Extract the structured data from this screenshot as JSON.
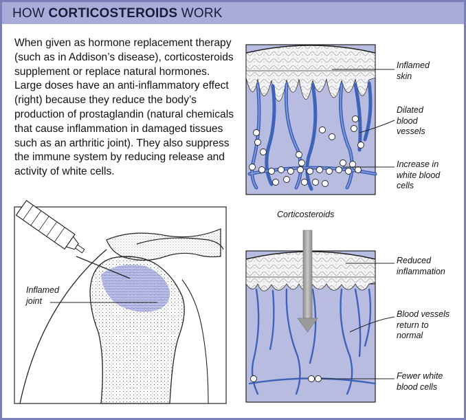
{
  "header": {
    "title_prefix": "HOW ",
    "title_bold": "CORTICOSTEROIDS",
    "title_suffix": " WORK"
  },
  "intro_text": "When given as hormone replacement therapy (such as in Addison’s disease), corticosteroids supplement or replace natural hormones. Large doses have an anti-inflammatory effect (right) because they reduce the body’s production of prostaglandin (natural chemicals that cause inflammation in damaged tissues such as an arthritic joint). They also suppress the immune system by reducing release and activity of white cells.",
  "joint_panel": {
    "label_line1": "Inflamed",
    "label_line2": "joint"
  },
  "inflamed_panel": {
    "label_skin_1": "Inflamed",
    "label_skin_2": "skin",
    "label_vessels_1": "Dilated",
    "label_vessels_2": "blood",
    "label_vessels_3": "vessels",
    "label_cells_1": "Increase in",
    "label_cells_2": "white blood",
    "label_cells_3": "cells"
  },
  "drug_label": "Corticosteroids",
  "normal_panel": {
    "label_reduced_1": "Reduced",
    "label_reduced_2": "inflammation",
    "label_vessels_1": "Blood vessels",
    "label_vessels_2": "return to",
    "label_vessels_3": "normal",
    "label_cells_1": "Fewer white",
    "label_cells_2": "blood cells"
  },
  "colors": {
    "header_bg": "#a9acd9",
    "frame_border": "#7a7fb8",
    "tissue_blue": "#b7bce0",
    "vessel_blue": "#3e63b8",
    "arrow_gray": "#9a9a9a"
  }
}
